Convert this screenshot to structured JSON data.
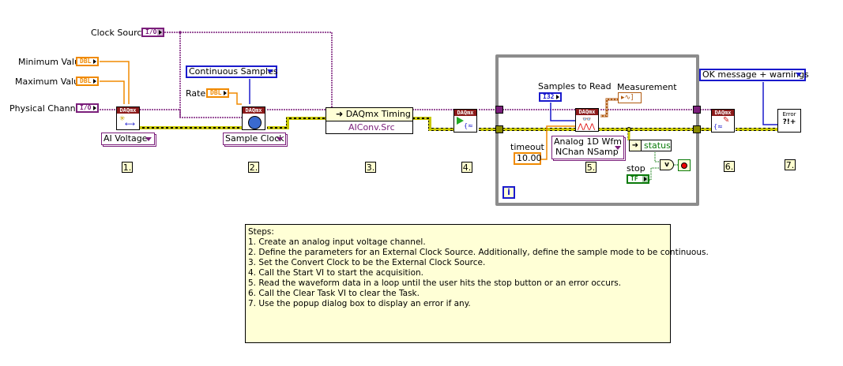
{
  "diagram": {
    "controls": {
      "clock_source": {
        "label": "Clock Source",
        "type": "I/O"
      },
      "minimum_value": {
        "label": "Minimum Value",
        "type": "DBL"
      },
      "maximum_value": {
        "label": "Maximum Value",
        "type": "DBL"
      },
      "physical_channel": {
        "label": "Physical Channel",
        "type": "I/O"
      },
      "rate": {
        "label": "Rate",
        "type": "DBL"
      },
      "sample_mode": {
        "value": "Continuous Samples"
      },
      "samples_to_read": {
        "label": "Samples to Read",
        "type": "I32"
      },
      "measurement": {
        "label": "Measurement"
      },
      "timeout": {
        "label": "timeout",
        "value": "10.00"
      },
      "stop": {
        "label": "stop",
        "type": "TF"
      },
      "dialog_type": {
        "value": "OK message + warnings"
      }
    },
    "vis": {
      "create_channel": {
        "header": "DAQmx",
        "ring": "AI Voltage",
        "step": "1."
      },
      "timing": {
        "header": "DAQmx",
        "ring": "Sample Clock",
        "step": "2."
      },
      "timing_property": {
        "title": "DAQmx Timing",
        "property": "AIConv.Src",
        "step": "3."
      },
      "start": {
        "header": "DAQmx",
        "step": "4."
      },
      "read": {
        "header": "DAQmx",
        "ring_line1": "Analog 1D Wfm",
        "ring_line2": "NChan NSamp",
        "step": "5."
      },
      "status_unbundle": {
        "label": "status"
      },
      "clear": {
        "header": "DAQmx",
        "step": "6."
      },
      "error_dialog": {
        "label": "Error",
        "glyph": "?!+",
        "step": "7."
      }
    },
    "loop": {
      "iteration_label": "i"
    },
    "colors": {
      "task_wire": "#7b1f7b",
      "error_wire": "#c8c800",
      "dbl_wire": "#f08a00",
      "enum_wire": "#1a1acc",
      "bool_wire": "#0a7a0a",
      "waveform_wire": "#b05a10",
      "loop_border": "#8c8c8c",
      "note_bg": "#ffffd6"
    }
  },
  "notes": {
    "title": "Steps:",
    "lines": [
      "1.  Create an analog input voltage channel.",
      "2.  Define the parameters for an External Clock Source. Additionally, define the sample mode to be continuous.",
      "3.  Set the Convert Clock to be the External Clock Source.",
      "4.  Call the Start VI to start the acquisition.",
      "5.  Read the waveform data in a loop until the user hits the stop button or an error occurs.",
      "6.  Call the Clear Task VI to clear the Task.",
      "7.  Use the popup dialog box to display an error if any."
    ]
  }
}
